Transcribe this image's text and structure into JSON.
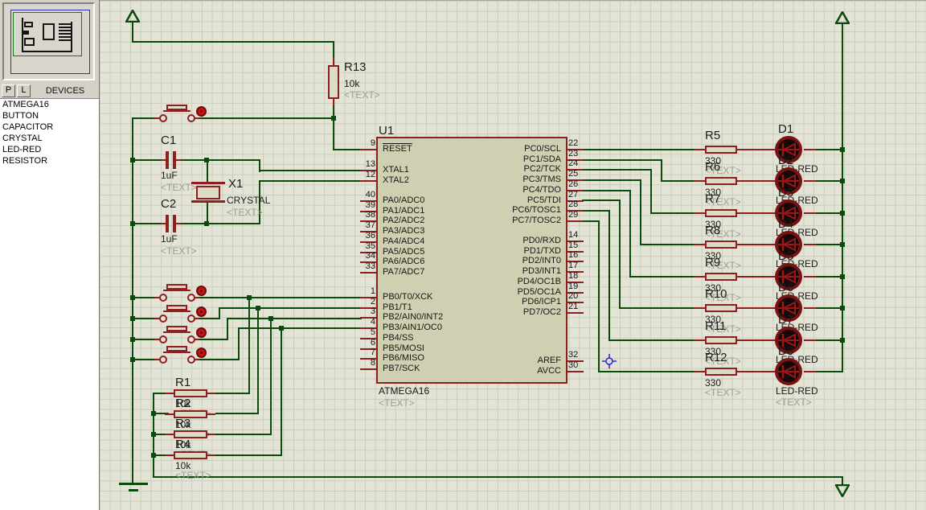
{
  "sidebar": {
    "pick_button": "P",
    "library_button": "L",
    "header": "DEVICES",
    "devices": [
      "ATMEGA16",
      "BUTTON",
      "CAPACITOR",
      "CRYSTAL",
      "LED-RED",
      "RESISTOR"
    ],
    "selected_device": "ATMEGA16"
  },
  "colors": {
    "wire": "#0a4a0a",
    "component_outline": "#8f1f1f",
    "canvas_background": "#e3e4d6",
    "selection_background": "#0a246a"
  },
  "schematic": {
    "mcu": {
      "ref": "U1",
      "part": "ATMEGA16",
      "text": "<TEXT>",
      "reset_pin": {
        "num": "9",
        "label": "RESET"
      },
      "xtal_pins": [
        {
          "num": "13",
          "label": "XTAL1"
        },
        {
          "num": "12",
          "label": "XTAL2"
        }
      ],
      "porta_pins": [
        {
          "num": "40",
          "label": "PA0/ADC0"
        },
        {
          "num": "39",
          "label": "PA1/ADC1"
        },
        {
          "num": "38",
          "label": "PA2/ADC2"
        },
        {
          "num": "37",
          "label": "PA3/ADC3"
        },
        {
          "num": "36",
          "label": "PA4/ADC4"
        },
        {
          "num": "35",
          "label": "PA5/ADC5"
        },
        {
          "num": "34",
          "label": "PA6/ADC6"
        },
        {
          "num": "33",
          "label": "PA7/ADC7"
        }
      ],
      "portb_pins": [
        {
          "num": "1",
          "label": "PB0/T0/XCK"
        },
        {
          "num": "2",
          "label": "PB1/T1"
        },
        {
          "num": "3",
          "label": "PB2/AIN0/INT2"
        },
        {
          "num": "4",
          "label": "PB3/AIN1/OC0"
        },
        {
          "num": "5",
          "label": "PB4/SS"
        },
        {
          "num": "6",
          "label": "PB5/MOSI"
        },
        {
          "num": "7",
          "label": "PB6/MISO"
        },
        {
          "num": "8",
          "label": "PB7/SCK"
        }
      ],
      "portc_pins": [
        {
          "num": "22",
          "label": "PC0/SCL"
        },
        {
          "num": "23",
          "label": "PC1/SDA"
        },
        {
          "num": "24",
          "label": "PC2/TCK"
        },
        {
          "num": "25",
          "label": "PC3/TMS"
        },
        {
          "num": "26",
          "label": "PC4/TDO"
        },
        {
          "num": "27",
          "label": "PC5/TDI"
        },
        {
          "num": "28",
          "label": "PC6/TOSC1"
        },
        {
          "num": "29",
          "label": "PC7/TOSC2"
        }
      ],
      "portd_pins": [
        {
          "num": "14",
          "label": "PD0/RXD"
        },
        {
          "num": "15",
          "label": "PD1/TXD"
        },
        {
          "num": "16",
          "label": "PD2/INT0"
        },
        {
          "num": "17",
          "label": "PD3/INT1"
        },
        {
          "num": "18",
          "label": "PD4/OC1B"
        },
        {
          "num": "19",
          "label": "PD5/OC1A"
        },
        {
          "num": "20",
          "label": "PD6/ICP1"
        },
        {
          "num": "21",
          "label": "PD7/OC2"
        }
      ],
      "power_pins": [
        {
          "num": "32",
          "label": "AREF"
        },
        {
          "num": "30",
          "label": "AVCC"
        }
      ]
    },
    "reset_pullup": {
      "ref": "R13",
      "value": "10k",
      "text": "<TEXT>"
    },
    "capacitors": [
      {
        "ref": "C1",
        "value": "1uF",
        "text": "<TEXT>"
      },
      {
        "ref": "C2",
        "value": "1uF",
        "text": "<TEXT>"
      }
    ],
    "crystal": {
      "ref": "X1",
      "part": "CRYSTAL",
      "text": "<TEXT>"
    },
    "button_pullups": [
      {
        "ref": "R1",
        "value": "10k",
        "text": "<TEXT>"
      },
      {
        "ref": "R2",
        "value": "10k",
        "text": "<TEXT>"
      },
      {
        "ref": "R3",
        "value": "10k",
        "text": "<TEXT>"
      },
      {
        "ref": "R4",
        "value": "10k",
        "text": "<TEXT>"
      }
    ],
    "led_resistors": [
      {
        "ref": "R5",
        "value": "330",
        "text": "<TEXT>"
      },
      {
        "ref": "R6",
        "value": "330",
        "text": "<TEXT>"
      },
      {
        "ref": "R7",
        "value": "330",
        "text": "<TEXT>"
      },
      {
        "ref": "R8",
        "value": "330",
        "text": "<TEXT>"
      },
      {
        "ref": "R9",
        "value": "330",
        "text": "<TEXT>"
      },
      {
        "ref": "R10",
        "value": "330",
        "text": "<TEXT>"
      },
      {
        "ref": "R11",
        "value": "330",
        "text": "<TEXT>"
      },
      {
        "ref": "R12",
        "value": "330",
        "text": "<TEXT>"
      }
    ],
    "leds": [
      {
        "ref": "D1",
        "part": "LED-RED"
      },
      {
        "ref": "D2",
        "part": "LED-RED"
      },
      {
        "ref": "D3",
        "part": "LED-RED"
      },
      {
        "ref": "D4",
        "part": "LED-RED"
      },
      {
        "ref": "D5",
        "part": "LED-RED"
      },
      {
        "ref": "D6",
        "part": "LED-RED"
      },
      {
        "ref": "D7",
        "part": "LED-RED"
      },
      {
        "ref": "D8",
        "part": "LED-RED",
        "text": "<TEXT>"
      }
    ]
  }
}
